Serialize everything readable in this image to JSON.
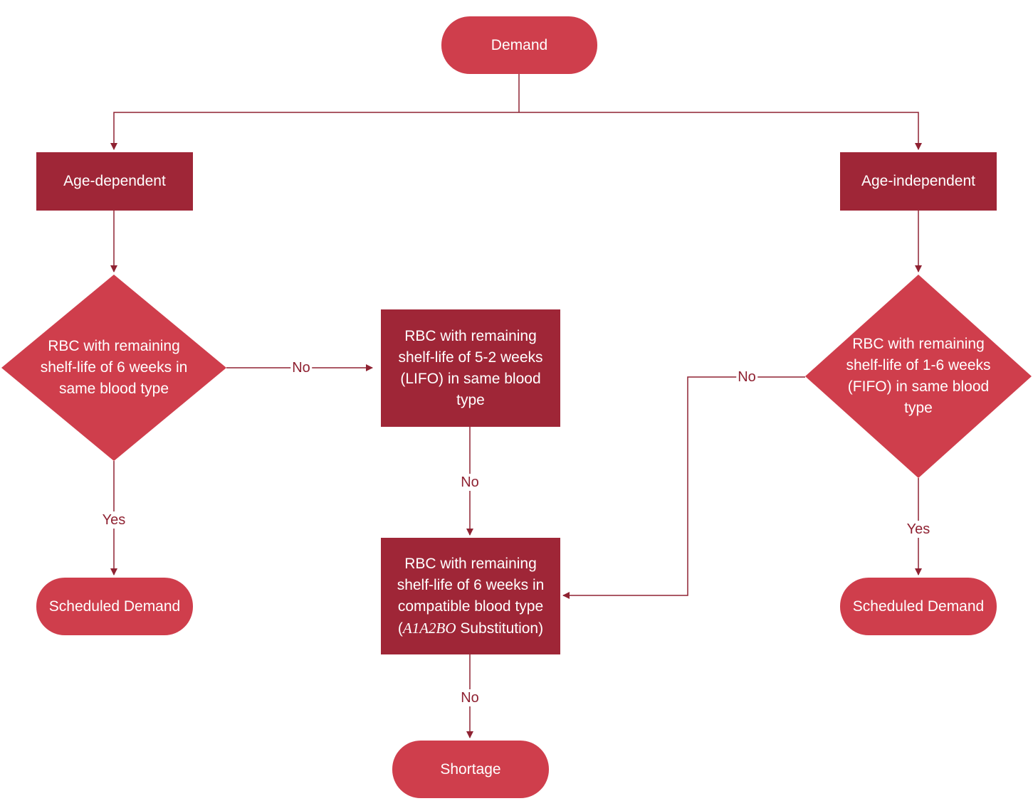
{
  "colors": {
    "pill": "#cf3e4c",
    "rect": "#9f2637",
    "diamond": "#cf3e4c",
    "line": "#8f2232",
    "text": "#ffffff"
  },
  "nodes": {
    "demand": "Demand",
    "age_dependent": "Age-dependent",
    "age_independent": "Age-independent",
    "left_decision": "RBC with remaining shelf-life of 6 weeks in same blood type",
    "middle_rect_1": "RBC with remaining shelf-life of 5-2 weeks (LIFO) in same blood type",
    "right_decision": "RBC with remaining shelf-life of 1-6 weeks (FIFO) in same blood type",
    "middle_rect_2_line1": "RBC with remaining",
    "middle_rect_2_line2": "shelf-life of 6 weeks in",
    "middle_rect_2_line3": "compatible blood type",
    "middle_rect_2_open": "(",
    "middle_rect_2_math": "A1A2BO",
    "middle_rect_2_tail": " Substitution)",
    "scheduled_left": "Scheduled Demand",
    "scheduled_right": "Scheduled Demand",
    "shortage": "Shortage"
  },
  "edge_labels": {
    "left_to_middle": "No",
    "middle1_to_middle2": "No",
    "right_to_middle2": "No",
    "left_yes": "Yes",
    "right_yes": "Yes",
    "middle2_to_shortage": "No"
  }
}
